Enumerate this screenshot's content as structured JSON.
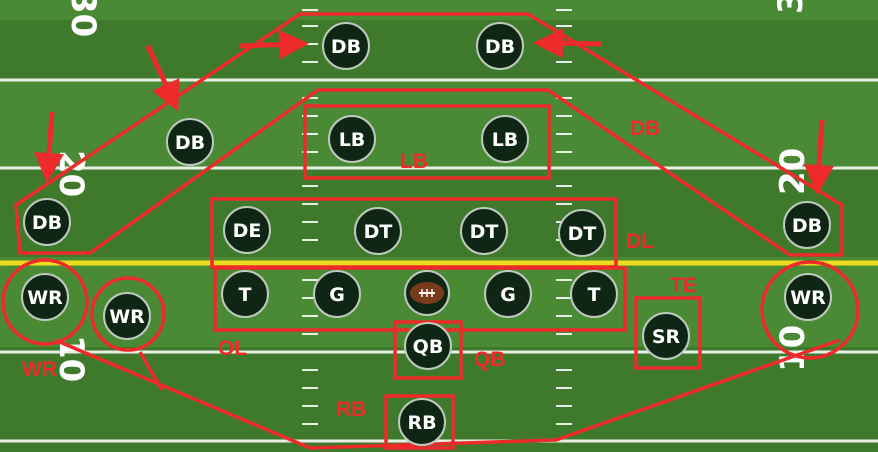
{
  "field": {
    "colors": {
      "turf_a": "#3f7a2c",
      "turf_b": "#4b8a34",
      "yard_line": "#e8efe6",
      "line_of_scrimmage": "#f0dc1e",
      "annotation": "#ee2a2a",
      "player_fill": "#0f2614",
      "player_stroke": "#bfc9bf",
      "ball": "#7a3b1c"
    },
    "yard_numbers": [
      "30",
      "20",
      "20",
      "10",
      "10"
    ]
  },
  "players": [
    {
      "id": "db-deep-left",
      "label": "DB"
    },
    {
      "id": "db-deep-right",
      "label": "DB"
    },
    {
      "id": "db-mid-left",
      "label": "DB"
    },
    {
      "id": "lb-left",
      "label": "LB"
    },
    {
      "id": "lb-right",
      "label": "LB"
    },
    {
      "id": "db-outer-left",
      "label": "DB"
    },
    {
      "id": "de",
      "label": "DE"
    },
    {
      "id": "dt-1",
      "label": "DT"
    },
    {
      "id": "dt-2",
      "label": "DT"
    },
    {
      "id": "dt-3",
      "label": "DT"
    },
    {
      "id": "db-outer-right",
      "label": "DB"
    },
    {
      "id": "wr-left",
      "label": "WR"
    },
    {
      "id": "wr-slot",
      "label": "WR"
    },
    {
      "id": "tackle-left",
      "label": "T"
    },
    {
      "id": "guard-left",
      "label": "G"
    },
    {
      "id": "guard-right",
      "label": "G"
    },
    {
      "id": "tackle-right",
      "label": "T"
    },
    {
      "id": "wr-right",
      "label": "WR"
    },
    {
      "id": "qb",
      "label": "QB"
    },
    {
      "id": "sr",
      "label": "SR"
    },
    {
      "id": "rb",
      "label": "RB"
    }
  ],
  "group_labels": {
    "db": "DB",
    "lb": "LB",
    "dl": "DL",
    "te": "TE",
    "ol": "OL",
    "wr": "WR",
    "qb": "QB",
    "rb": "RB"
  }
}
